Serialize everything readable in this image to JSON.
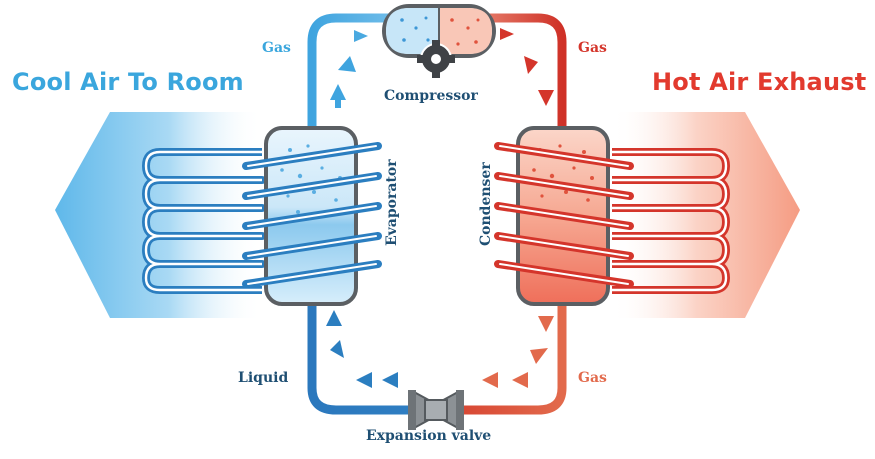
{
  "titles": {
    "left": "Cool Air To Room",
    "right": "Hot Air Exhaust"
  },
  "labels": {
    "gas_top_left": "Gas",
    "gas_top_right": "Gas",
    "gas_bottom_right": "Gas",
    "liquid": "Liquid",
    "compressor": "Compressor",
    "expansion_valve": "Expansion valve",
    "evaporator": "Evaporator",
    "condenser": "Condenser"
  },
  "colors": {
    "cool_text": "#3aa6dd",
    "hot_text": "#e23a2e",
    "cold_pipe": "#2b7ec0",
    "light_pipe": "#4aa9e0",
    "hot_pipe": "#d4352b",
    "dark_label": "#1f4f73"
  }
}
